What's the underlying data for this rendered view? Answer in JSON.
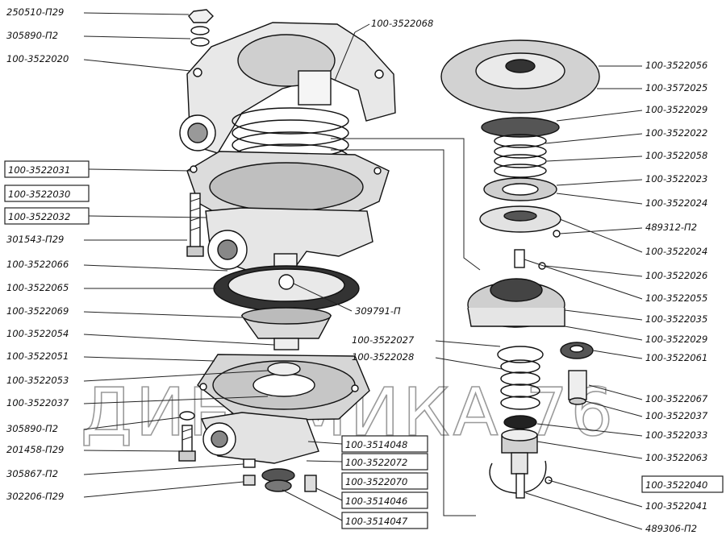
{
  "watermark": "ДИНАМИКА 76",
  "left_labels": [
    {
      "id": "l1",
      "text": "250510-П29",
      "boxed": false
    },
    {
      "id": "l2",
      "text": "305890-П2",
      "boxed": false
    },
    {
      "id": "l3",
      "text": "100-3522020",
      "boxed": false
    },
    {
      "id": "l4",
      "text": "100-3522031",
      "boxed": true
    },
    {
      "id": "l5",
      "text": "100-3522030",
      "boxed": true
    },
    {
      "id": "l6",
      "text": "100-3522032",
      "boxed": true
    },
    {
      "id": "l7",
      "text": "301543-П29",
      "boxed": false
    },
    {
      "id": "l8",
      "text": "100-3522066",
      "boxed": false
    },
    {
      "id": "l9",
      "text": "100-3522065",
      "boxed": false
    },
    {
      "id": "l10",
      "text": "100-3522069",
      "boxed": false
    },
    {
      "id": "l11",
      "text": "100-3522054",
      "boxed": false
    },
    {
      "id": "l12",
      "text": "100-3522051",
      "boxed": false
    },
    {
      "id": "l13",
      "text": "100-3522053",
      "boxed": false
    },
    {
      "id": "l14",
      "text": "100-3522037",
      "boxed": false
    },
    {
      "id": "l15",
      "text": "305890-П2",
      "boxed": false
    },
    {
      "id": "l16",
      "text": "201458-П29",
      "boxed": false
    },
    {
      "id": "l17",
      "text": "305867-П2",
      "boxed": false
    },
    {
      "id": "l18",
      "text": "302206-П29",
      "boxed": false
    }
  ],
  "center_labels": [
    {
      "id": "c1",
      "text": "100-3522068",
      "boxed": false
    },
    {
      "id": "c2",
      "text": "309791-П",
      "boxed": false
    },
    {
      "id": "c3",
      "text": "100-3522027",
      "boxed": false
    },
    {
      "id": "c4",
      "text": "100-3522028",
      "boxed": false
    },
    {
      "id": "c5",
      "text": "100-3514048",
      "boxed": true
    },
    {
      "id": "c6",
      "text": "100-3522072",
      "boxed": true
    },
    {
      "id": "c7",
      "text": "100-3522070",
      "boxed": true
    },
    {
      "id": "c8",
      "text": "100-3514046",
      "boxed": true
    },
    {
      "id": "c9",
      "text": "100-3514047",
      "boxed": true
    }
  ],
  "right_labels": [
    {
      "id": "r1",
      "text": "100-3522056",
      "boxed": false
    },
    {
      "id": "r2",
      "text": "100-3572025",
      "boxed": false
    },
    {
      "id": "r3",
      "text": "100-3522029",
      "boxed": false
    },
    {
      "id": "r4",
      "text": "100-3522022",
      "boxed": false
    },
    {
      "id": "r5",
      "text": "100-3522058",
      "boxed": false
    },
    {
      "id": "r6",
      "text": "100-3522023",
      "boxed": false
    },
    {
      "id": "r7",
      "text": "100-3522024",
      "boxed": false
    },
    {
      "id": "r8",
      "text": "489312-П2",
      "boxed": false
    },
    {
      "id": "r9",
      "text": "100-3522024",
      "boxed": false
    },
    {
      "id": "r10",
      "text": "100-3522026",
      "boxed": false
    },
    {
      "id": "r11",
      "text": "100-3522055",
      "boxed": false
    },
    {
      "id": "r12",
      "text": "100-3522035",
      "boxed": false
    },
    {
      "id": "r13",
      "text": "100-3522029",
      "boxed": false
    },
    {
      "id": "r14",
      "text": "100-3522061",
      "boxed": false
    },
    {
      "id": "r15",
      "text": "100-3522067",
      "boxed": false
    },
    {
      "id": "r16",
      "text": "100-3522037",
      "boxed": false
    },
    {
      "id": "r17",
      "text": "100-3522033",
      "boxed": false
    },
    {
      "id": "r18",
      "text": "100-3522063",
      "boxed": false
    },
    {
      "id": "r19",
      "text": "100-3522040",
      "boxed": true
    },
    {
      "id": "r20",
      "text": "100-3522041",
      "boxed": false
    },
    {
      "id": "r21",
      "text": "489306-П2",
      "boxed": false
    }
  ]
}
